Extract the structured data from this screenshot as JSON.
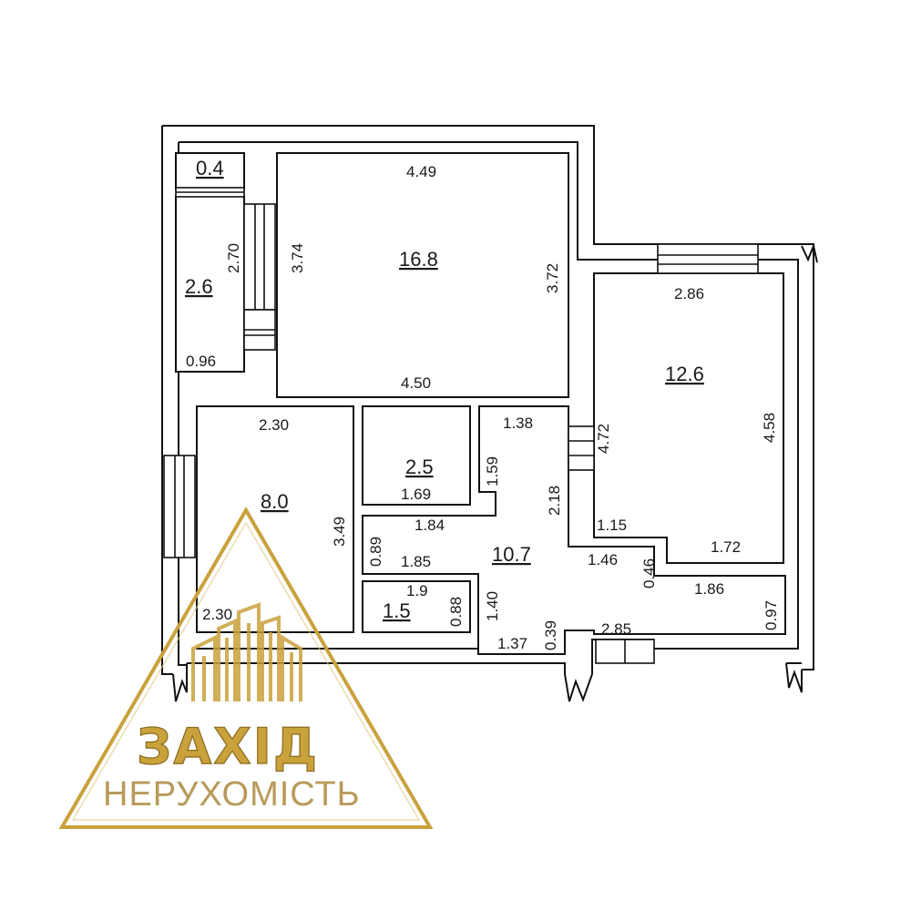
{
  "rooms": {
    "storage": {
      "area": "0.4"
    },
    "balcony_left": {
      "area": "2.6",
      "length": "2.70",
      "width": "0.96"
    },
    "bedroom": {
      "area": "16.8",
      "top": "4.49",
      "bottom": "4.50",
      "left": "3.74",
      "right": "3.72"
    },
    "living_right": {
      "area": "12.6",
      "top": "2.86",
      "left": "4.72",
      "right": "4.58",
      "bottom_left": "1.15",
      "bottom_right": "1.72"
    },
    "kitchen": {
      "area": "8.0",
      "top": "2.30",
      "bottom": "2.30",
      "right": "3.49"
    },
    "bathroom": {
      "area": "2.5",
      "bottom": "1.69"
    },
    "toilet": {
      "area": "1.5",
      "top": "1.9",
      "right": "0.88"
    },
    "hall": {
      "area": "10.7",
      "d_1_38": "1.38",
      "d_1_59": "1.59",
      "d_2_18": "2.18",
      "d_1_84": "1.84",
      "d_0_89": "0.89",
      "d_1_85": "1.85",
      "d_1_46": "1.46",
      "d_0_46": "0.46",
      "d_1_40": "1.40",
      "d_1_37": "1.37",
      "d_0_39": "0.39"
    },
    "corridor_right": {
      "length": "1.86",
      "length2": "2.85",
      "height": "0.97"
    }
  },
  "watermark": {
    "brand": "ЗАХІД",
    "subtitle": "НЕРУХОМІСТЬ",
    "gold": "#c9a23c"
  }
}
